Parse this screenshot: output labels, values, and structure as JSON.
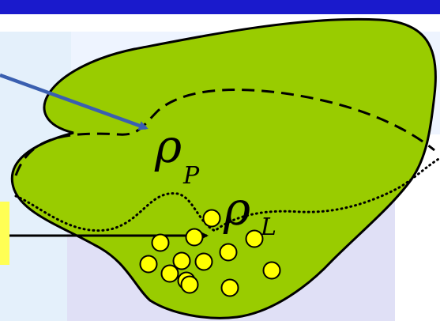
{
  "colors": {
    "top_bar": "#1a1acc",
    "light_blue_panel": "#e4f0fb",
    "lavender_panel": "#e0e0f6",
    "upper_pale_panel": "#eef4ff",
    "blob_fill": "#99cc00",
    "outline": "#000000",
    "blue_arrow": "#3a5fb0",
    "particle_fill": "#ffff00",
    "yellow_tab": "#ffff55"
  },
  "labels": {
    "rho_p": "ρ",
    "rho_p_sub": "P",
    "rho_l": "ρ",
    "rho_l_sub": "L"
  },
  "particles": {
    "count": 13,
    "shape": "circle"
  }
}
